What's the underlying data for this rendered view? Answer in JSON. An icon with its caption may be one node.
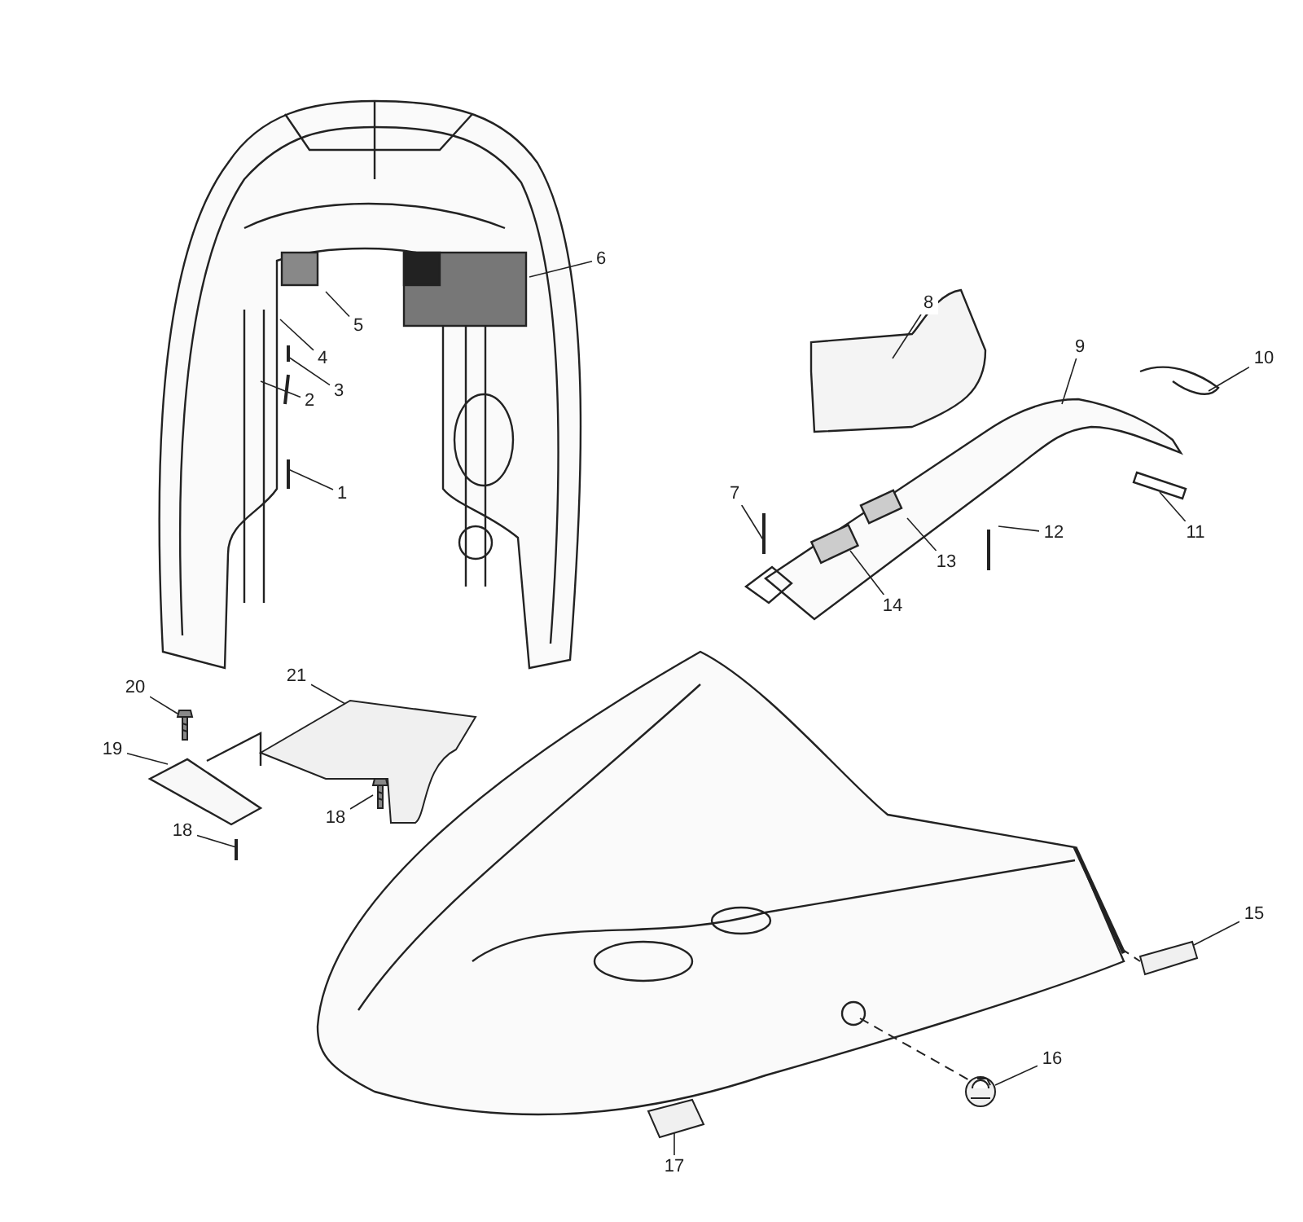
{
  "diagram": {
    "nodes": [
      {
        "text": [
          "1"
        ]
      },
      {
        "text": [
          "2"
        ]
      },
      {
        "text": [
          "3"
        ]
      },
      {
        "text": [
          "4"
        ]
      },
      {
        "text": [
          "5"
        ]
      },
      {
        "text": [
          "6"
        ]
      },
      {
        "text": [
          "7"
        ]
      },
      {
        "text": [
          "8"
        ]
      },
      {
        "text": [
          "9"
        ]
      },
      {
        "text": [
          "10"
        ]
      },
      {
        "text": [
          "11"
        ]
      },
      {
        "text": [
          "12"
        ]
      },
      {
        "text": [
          "13"
        ]
      },
      {
        "text": [
          "14"
        ]
      },
      {
        "text": [
          "15"
        ]
      },
      {
        "text": [
          "16"
        ]
      },
      {
        "text": [
          "17"
        ]
      },
      {
        "text": [
          "18"
        ]
      },
      {
        "text": [
          "18"
        ]
      },
      {
        "text": [
          "19"
        ]
      },
      {
        "text": [
          "20"
        ]
      },
      {
        "text": [
          "21"
        ]
      },
      {
        "text": [],
        "shape": "picture"
      },
      {
        "text": [],
        "shape": "picture"
      },
      {
        "text": [],
        "shape": "picture"
      },
      {
        "text": [],
        "shape": "picture"
      },
      {
        "text": [],
        "shape": "picture"
      },
      {
        "text": [],
        "shape": "picture"
      }
    ],
    "edges": [
      {
        "from": 0,
        "to": null,
        "arrow": "none"
      },
      {
        "from": 1,
        "to": null,
        "arrow": "none"
      },
      {
        "from": 2,
        "to": null,
        "arrow": "none"
      },
      {
        "from": 3,
        "to": null,
        "arrow": "none"
      },
      {
        "from": 4,
        "to": null,
        "arrow": "none"
      },
      {
        "from": 5,
        "to": null,
        "arrow": "none"
      },
      {
        "from": 6,
        "to": null,
        "arrow": "none"
      },
      {
        "from": 7,
        "to": null,
        "arrow": "none"
      },
      {
        "from": 8,
        "to": null,
        "arrow": "none"
      },
      {
        "from": 9,
        "to": null,
        "arrow": "none"
      },
      {
        "from": 10,
        "to": null,
        "arrow": "none"
      },
      {
        "from": 11,
        "to": null,
        "arrow": "none"
      },
      {
        "from": 12,
        "to": null,
        "arrow": "none"
      },
      {
        "from": 13,
        "to": null,
        "arrow": "none"
      },
      {
        "from": 14,
        "to": 22,
        "arrow": "none"
      },
      {
        "from": 15,
        "to": 25,
        "arrow": "none"
      },
      {
        "from": 16,
        "to": 23,
        "arrow": "none"
      },
      {
        "from": 17,
        "to": 26,
        "arrow": "none"
      },
      {
        "from": 18,
        "to": null,
        "arrow": "none"
      },
      {
        "from": 19,
        "to": null,
        "arrow": "none"
      },
      {
        "from": 20,
        "to": 27,
        "arrow": "none"
      },
      {
        "from": 21,
        "to": 24,
        "arrow": "none"
      }
    ]
  }
}
